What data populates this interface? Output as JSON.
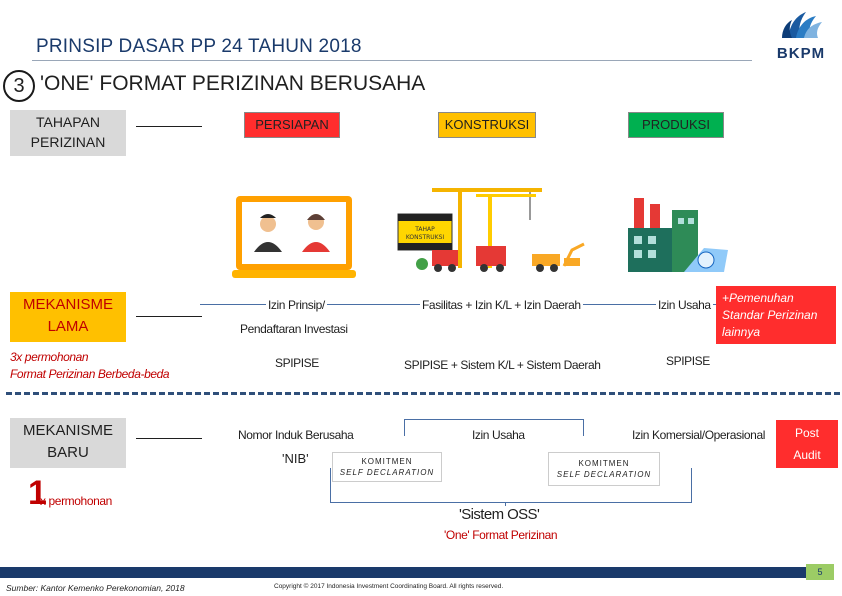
{
  "header": {
    "title": "PRINSIP DASAR PP 24 TAHUN 2018",
    "logo_text": "BKPM",
    "step_number": "3",
    "subtitle": "'ONE' FORMAT PERIZINAN BERUSAHA"
  },
  "rows": {
    "tahapan": "TAHAPAN\nPERIZINAN",
    "lama": "MEKANISME\nLAMA",
    "lama_note_1": "3x permohonan",
    "lama_note_2": "Format Perizinan Berbeda-beda",
    "baru": "MEKANISME\nBARU",
    "baru_count": "1",
    "baru_note": "x permohonan"
  },
  "phases": {
    "persiapan": "PERSIAPAN",
    "konstruksi": "KONSTRUKSI",
    "produksi": "PRODUKSI"
  },
  "illustrations": {
    "laptop_icon": "laptop-video-call-icon",
    "construction_icon": "construction-site-icon",
    "factory_icon": "factory-icon",
    "sign_text": "TAHAP\nKONSTRUKSI"
  },
  "old_mechanism": {
    "item1_line1": "Izin Prinsip/",
    "item1_line2": "Pendaftaran Investasi",
    "item2": "Fasilitas + Izin K/L + Izin Daerah",
    "item3": "Izin Usaha",
    "item4": "+Pemenuhan Standar Perizinan lainnya",
    "spipise1": "SPIPISE",
    "spipise2": "SPIPISE + Sistem K/L + Sistem Daerah",
    "spipise3": "SPIPISE"
  },
  "new_mechanism": {
    "item1_line1": "Nomor Induk Berusaha",
    "item1_line2": "'NIB'",
    "item2": "Izin Usaha",
    "item3": "Izin Komersial/Operasional",
    "item4_line1": "Post",
    "item4_line2": "Audit",
    "komitmen1_line1": "KOMITMEN",
    "komitmen1_line2": "SELF DECLARATION",
    "komitmen2_line1": "KOMITMEN",
    "komitmen2_line2": "SELF DECLARATION",
    "system": "'Sistem OSS'",
    "system_note": "'One' Format Perizinan"
  },
  "footer": {
    "source": "Sumber: Kantor Kemenko Perekonomian, 2018",
    "copyright": "Copyright © 2017 Indonesia Investment Coordinating Board. All rights reserved.",
    "page": "5"
  }
}
